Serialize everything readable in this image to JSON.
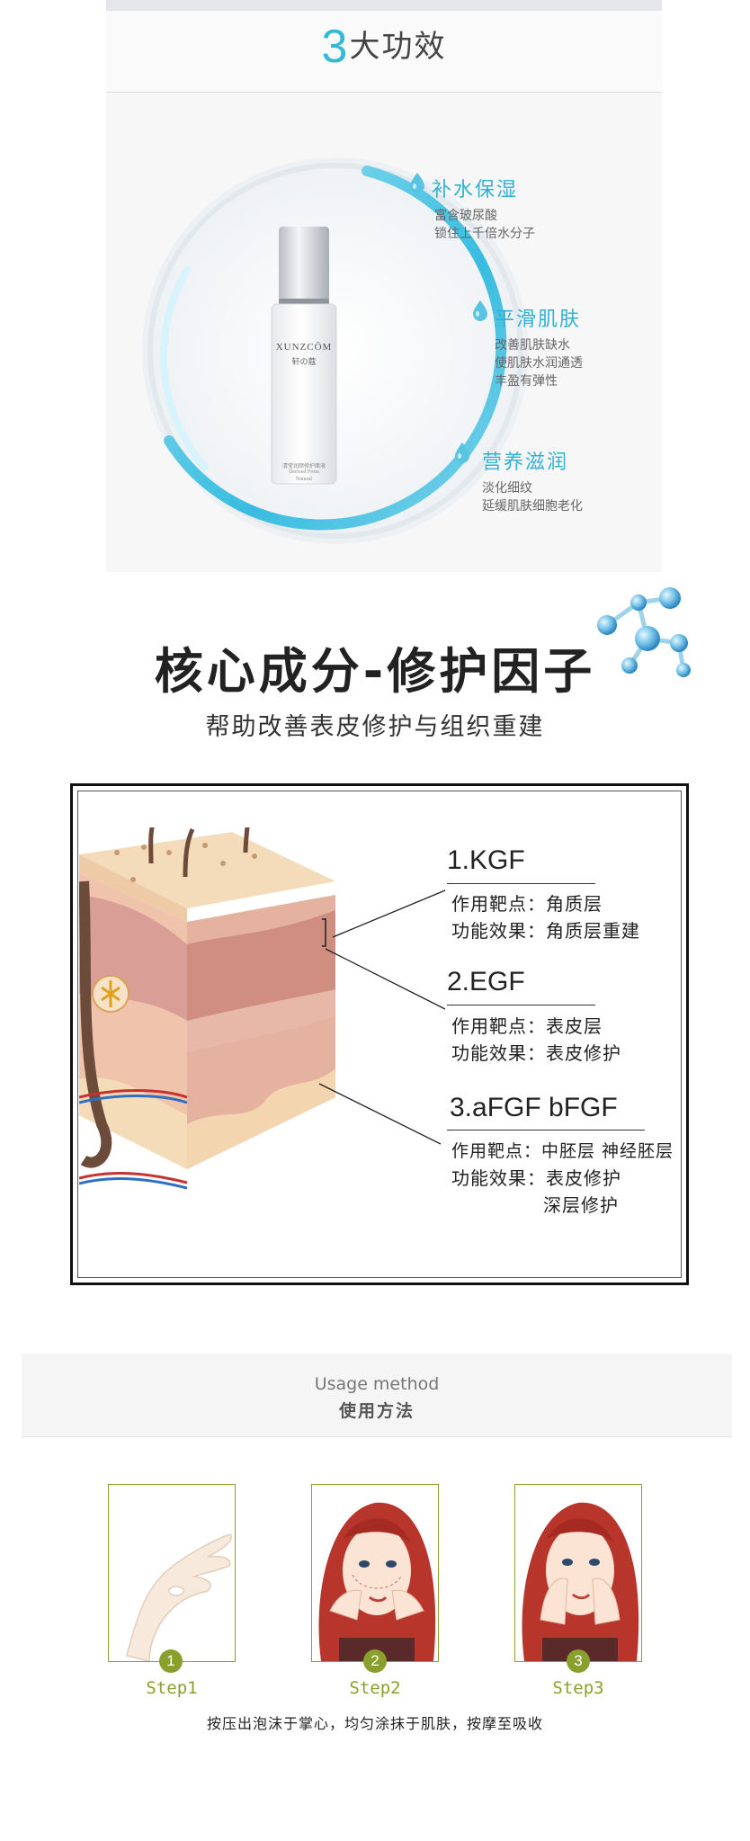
{
  "effects": {
    "title_number": "3",
    "title_text": "大功效",
    "product": {
      "brand": "XUNZCŌM",
      "brand_cn": "轩の蔻",
      "label_line1": "清莹润颜修护面液",
      "label_line2": "Derived From",
      "label_line3": "Natural"
    },
    "items": [
      {
        "icon": "water-drop-icon",
        "title": "补水保湿",
        "lines": [
          "富含玻尿酸",
          "锁住上千倍水分子"
        ]
      },
      {
        "icon": "water-drop-icon",
        "title": "平滑肌肤",
        "lines": [
          "改善肌肤缺水",
          "使肌肤水润通透",
          "丰盈有弹性"
        ]
      },
      {
        "icon": "water-drop-icon",
        "title": "营养滋润",
        "lines": [
          "淡化细纹",
          "延缓肌肤细胞老化"
        ]
      }
    ],
    "accent_color": "#32b1d2"
  },
  "core": {
    "title": "核心成分-修护因子",
    "subtitle": "帮助改善表皮修护与组织重建",
    "icon": "molecule-icon",
    "factors": [
      {
        "name": "1.KGF",
        "lines": [
          "作用靶点：角质层",
          "功能效果：角质层重建"
        ]
      },
      {
        "name": "2.EGF",
        "lines": [
          "作用靶点：表皮层",
          "功能效果：表皮修护"
        ]
      },
      {
        "name": "3.aFGF bFGF",
        "lines": [
          "作用靶点：中胚层 神经胚层",
          "功能效果：表皮修护",
          "深层修护"
        ]
      }
    ]
  },
  "usage": {
    "title_en": "Usage method",
    "title_cn": "使用方法",
    "steps": [
      {
        "num": "1",
        "label": "Step1"
      },
      {
        "num": "2",
        "label": "Step2"
      },
      {
        "num": "3",
        "label": "Step3"
      }
    ],
    "instruction": "按压出泡沫于掌心，均匀涂抹于肌肤，按摩至吸收",
    "accent_color": "#8aa02c"
  }
}
